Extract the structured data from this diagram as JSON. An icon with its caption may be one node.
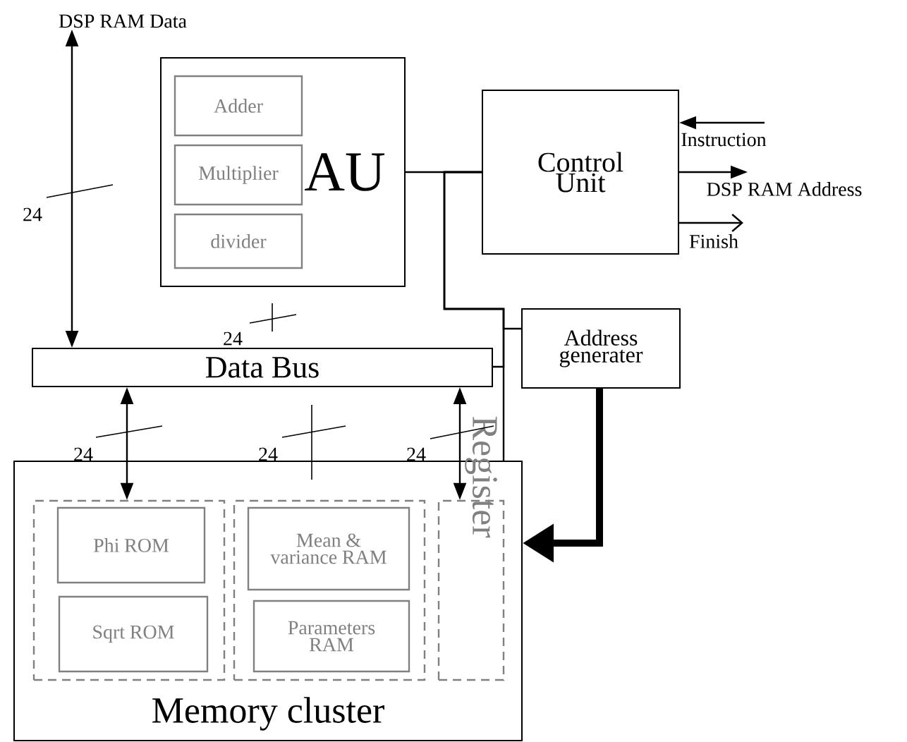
{
  "diagram": {
    "nodes": [
      {
        "text": [
          "AU"
        ]
      },
      {
        "text": [
          "Adder"
        ],
        "in": 0
      },
      {
        "text": [
          "Multiplier"
        ],
        "in": 0
      },
      {
        "text": [
          "divider"
        ],
        "in": 0
      },
      {
        "text": [
          "Control Unit"
        ]
      },
      {
        "text": [
          "Address generater"
        ]
      },
      {
        "text": [
          "Data Bus"
        ]
      },
      {
        "text": [
          "Memory cluster"
        ]
      },
      {
        "text": [],
        "shape": "box",
        "in": 7
      },
      {
        "text": [
          "Phi ROM"
        ],
        "in": 8
      },
      {
        "text": [
          "Sqrt ROM"
        ],
        "in": 8
      },
      {
        "text": [],
        "shape": "box",
        "in": 7
      },
      {
        "text": [
          "Mean & variance RAM"
        ],
        "in": 11
      },
      {
        "text": [
          "Parameters RAM"
        ],
        "in": 11
      },
      {
        "text": [
          "Register"
        ],
        "in": 7
      },
      {
        "text": [
          "DSP RAM Data"
        ]
      }
    ],
    "edges": [
      {
        "from": 15,
        "to": 6,
        "arrow": "both"
      },
      {
        "from": 0,
        "to": 4,
        "arrow": "none"
      },
      {
        "from": 4,
        "to": 5,
        "arrow": "none"
      },
      {
        "from": 4,
        "to": 6,
        "arrow": "none"
      },
      {
        "from": 4,
        "to": 7,
        "arrow": "none"
      },
      {
        "from": 6,
        "to": 8,
        "arrow": "both"
      },
      {
        "from": 6,
        "to": 14,
        "arrow": "both"
      },
      {
        "from": 5,
        "to": 7,
        "arrow": "to",
        "style": "thick"
      },
      {
        "from": null,
        "to": 4,
        "arrow": "to",
        "label": "Instruction"
      },
      {
        "from": 4,
        "to": null,
        "arrow": "to",
        "label": "DSP  RAM Address"
      },
      {
        "from": 4,
        "to": null,
        "arrow": "to",
        "label": "Finish"
      }
    ],
    "labels": [
      "24",
      "24",
      "24",
      "24",
      "24"
    ]
  }
}
